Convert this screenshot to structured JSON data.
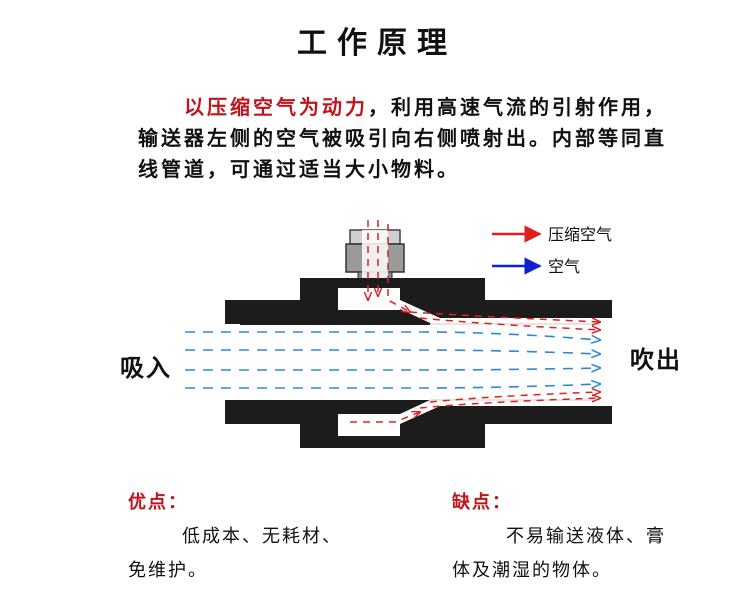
{
  "title": "工作原理",
  "intro": {
    "highlight": "以压缩空气为动力",
    "text": "，利用高速气流的引射作用，输送器左侧的空气被吸引向右侧喷射出。内部等同直线管道，可通过适当大小物料。"
  },
  "legend": [
    {
      "label": "压缩空气",
      "color": "#e02020"
    },
    {
      "label": "空气",
      "color": "#1020d0"
    }
  ],
  "labels": {
    "inlet": "吸入",
    "outlet": "吹出"
  },
  "pros": {
    "title": "优点：",
    "text": "低成本、无耗材、免维护。"
  },
  "cons": {
    "title": "缺点：",
    "text": "不易输送液体、膏体及潮湿的物体。"
  },
  "colors": {
    "body": "#1c1c1c",
    "fitting": "#b8b8b8",
    "air_flow": "#2e88d8",
    "compressed_flow": "#e02020"
  }
}
